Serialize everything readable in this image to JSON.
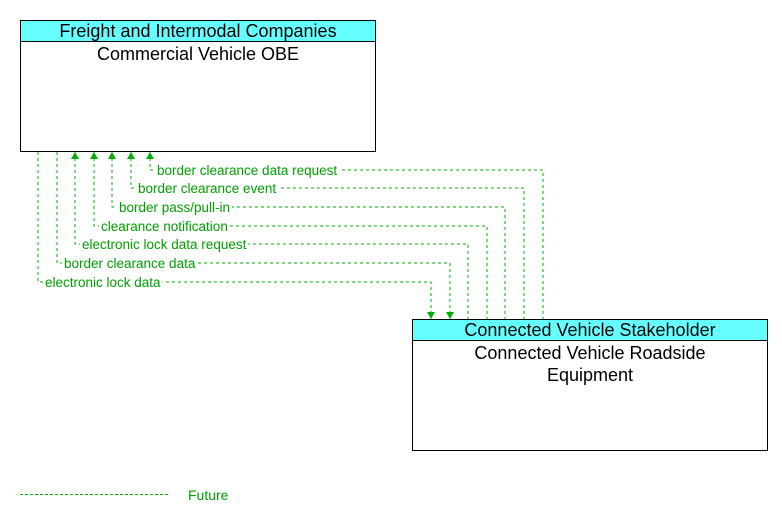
{
  "boxes": {
    "obe": {
      "stakeholder": "Freight and Intermodal Companies",
      "name": "Commercial Vehicle OBE"
    },
    "rse": {
      "stakeholder": "Connected Vehicle Stakeholder",
      "name_line1": "Connected Vehicle Roadside",
      "name_line2": "Equipment"
    }
  },
  "flows": [
    {
      "label": "border clearance data request",
      "direction": "to-obe"
    },
    {
      "label": "border clearance event",
      "direction": "to-obe"
    },
    {
      "label": "border pass/pull-in",
      "direction": "to-obe"
    },
    {
      "label": "clearance notification",
      "direction": "to-obe"
    },
    {
      "label": "electronic lock data request",
      "direction": "to-obe"
    },
    {
      "label": "border clearance data",
      "direction": "to-rse"
    },
    {
      "label": "electronic lock data",
      "direction": "to-rse"
    }
  ],
  "legend": {
    "label": "Future"
  },
  "colors": {
    "header": "#66ffff",
    "flow": "#00b000",
    "flow_text": "#00a000"
  }
}
